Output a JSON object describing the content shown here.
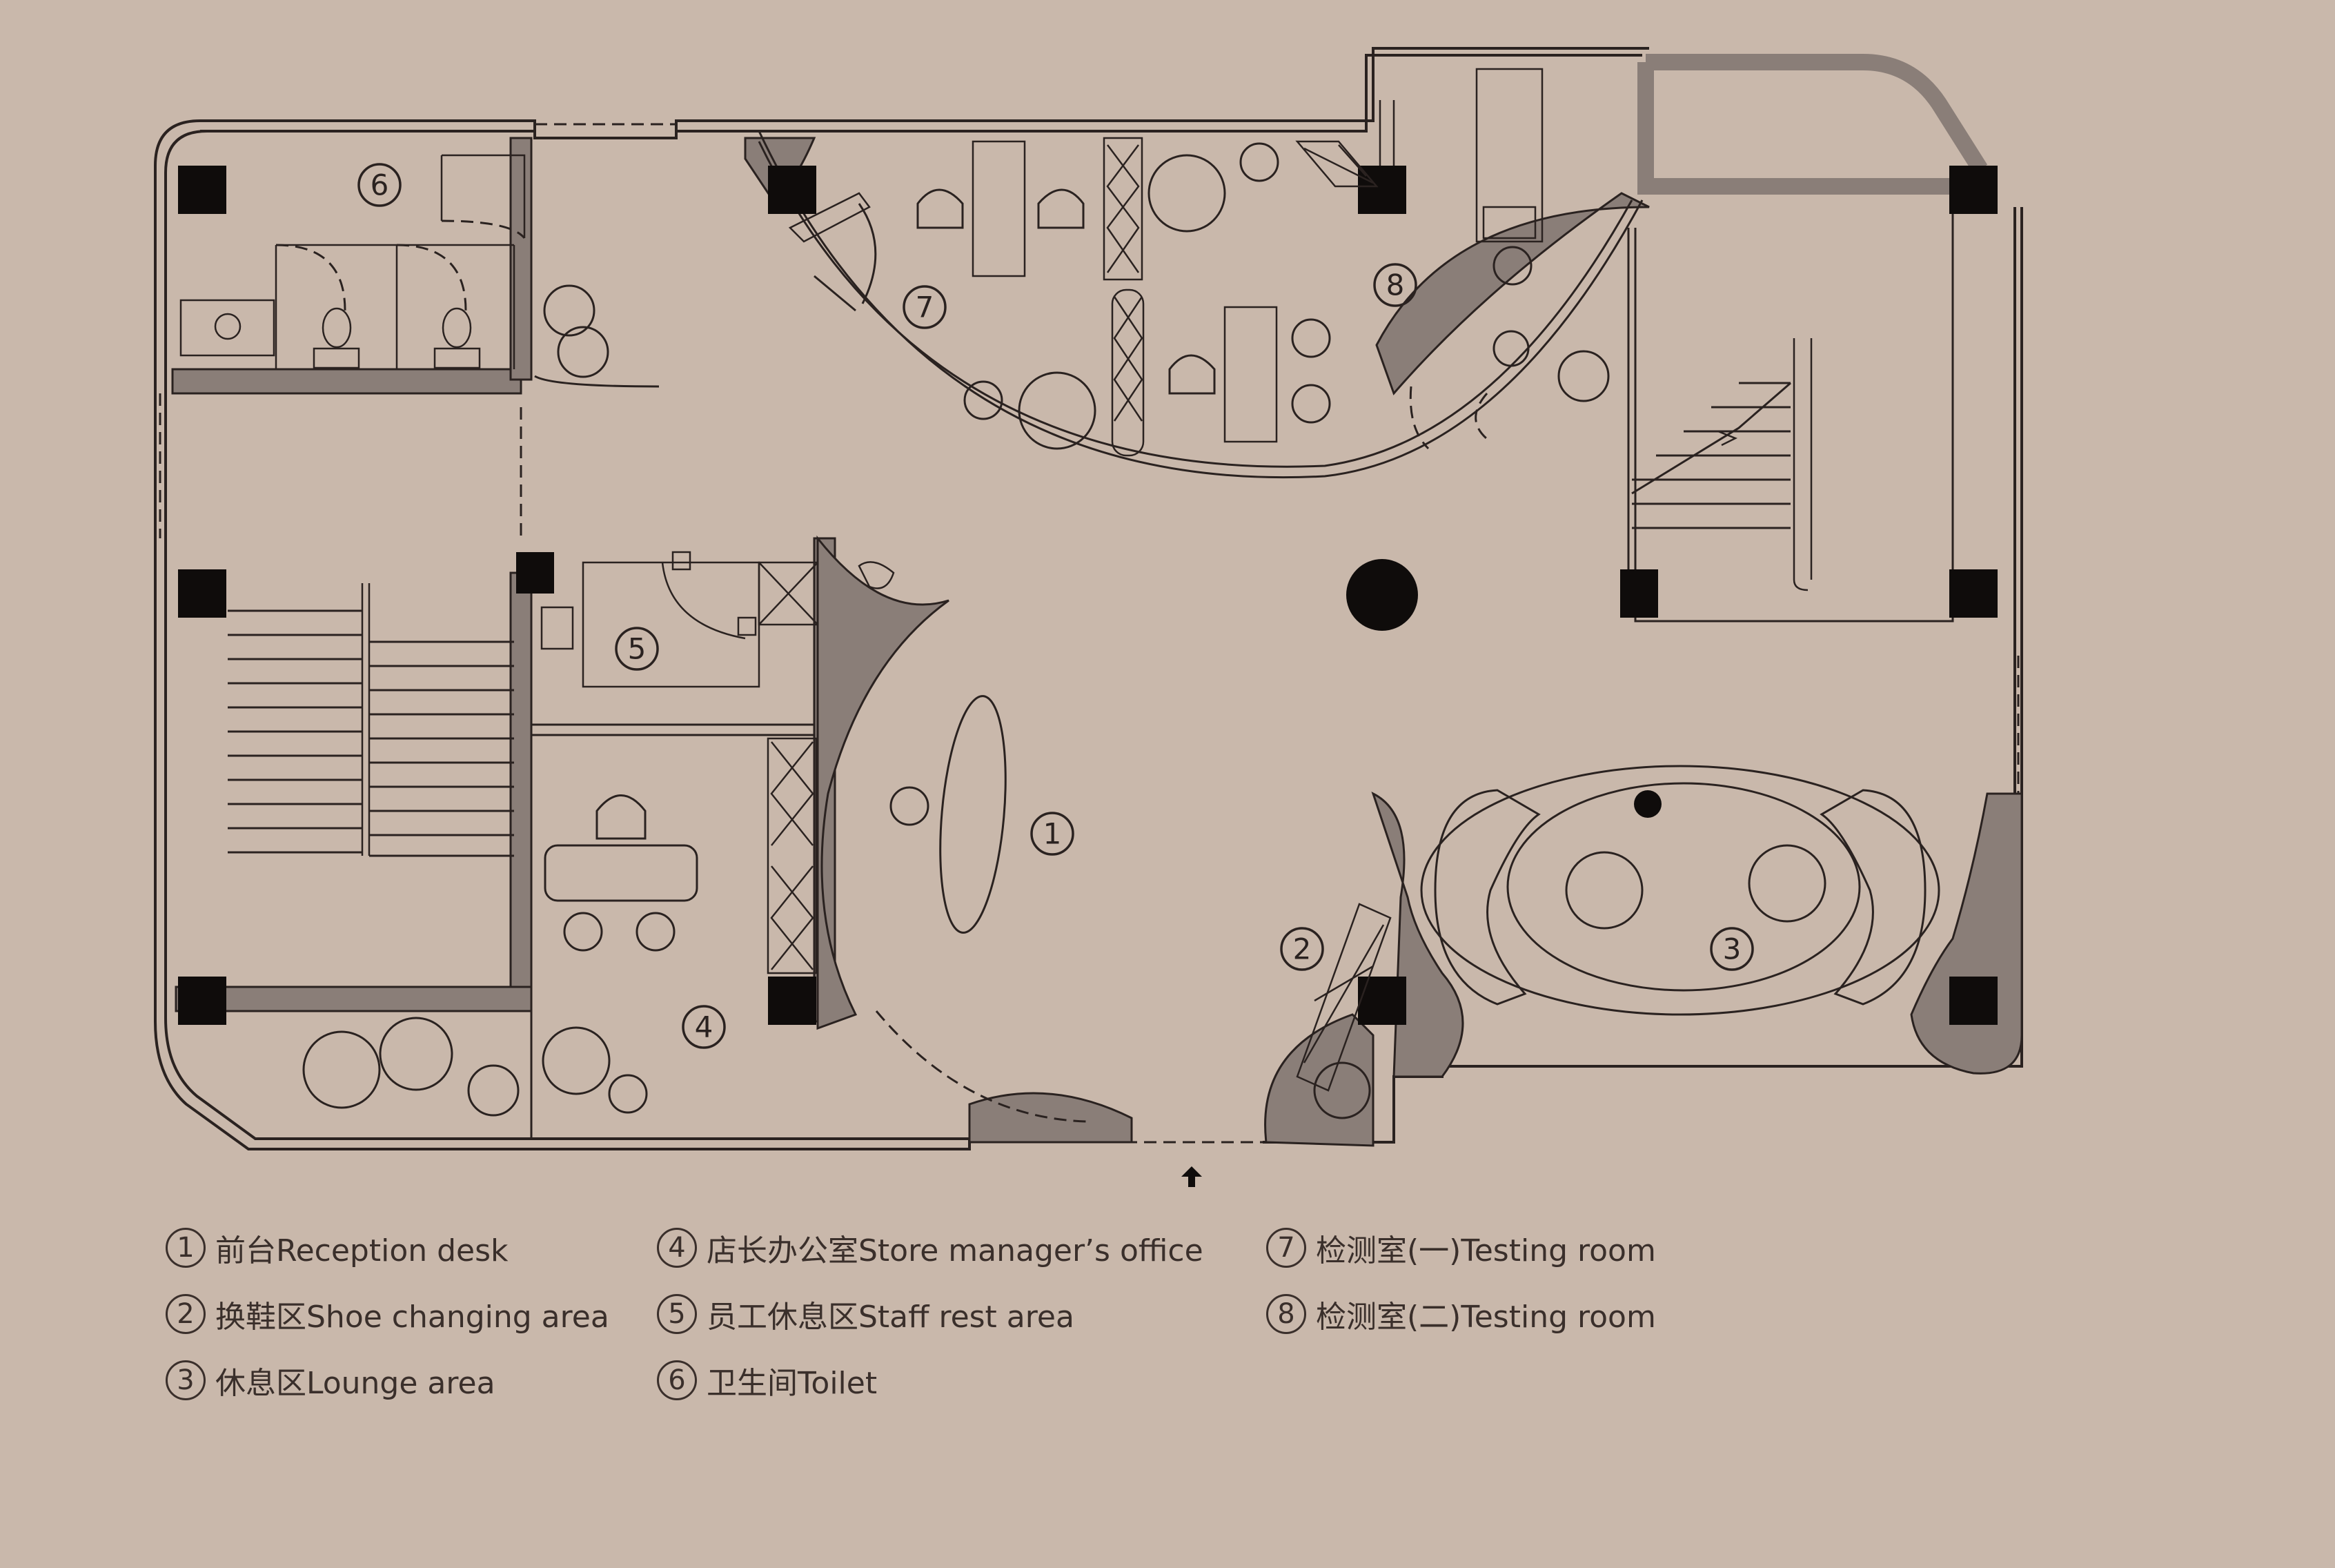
{
  "plan": {
    "room_markers": [
      {
        "id": "1",
        "label": "1"
      },
      {
        "id": "2",
        "label": "2"
      },
      {
        "id": "3",
        "label": "3"
      },
      {
        "id": "4",
        "label": "4"
      },
      {
        "id": "5",
        "label": "5"
      },
      {
        "id": "6",
        "label": "6"
      },
      {
        "id": "7",
        "label": "7"
      },
      {
        "id": "8",
        "label": "8"
      }
    ]
  },
  "legend": {
    "items": [
      {
        "num": "1",
        "label": "前台Reception desk"
      },
      {
        "num": "2",
        "label": "换鞋区Shoe changing area"
      },
      {
        "num": "3",
        "label": "休息区Lounge area"
      },
      {
        "num": "4",
        "label": "店长办公室Store manager’s office"
      },
      {
        "num": "5",
        "label": "员工休息区Staff rest area"
      },
      {
        "num": "6",
        "label": "卫生间Toilet"
      },
      {
        "num": "7",
        "label": "检测室(一)Testing room"
      },
      {
        "num": "8",
        "label": "检测室(二)Testing room"
      }
    ]
  },
  "colors": {
    "background": "#c9b8ab",
    "wall_fill": "#8a7e78",
    "line": "#2a2220",
    "column": "#0f0c0b"
  }
}
